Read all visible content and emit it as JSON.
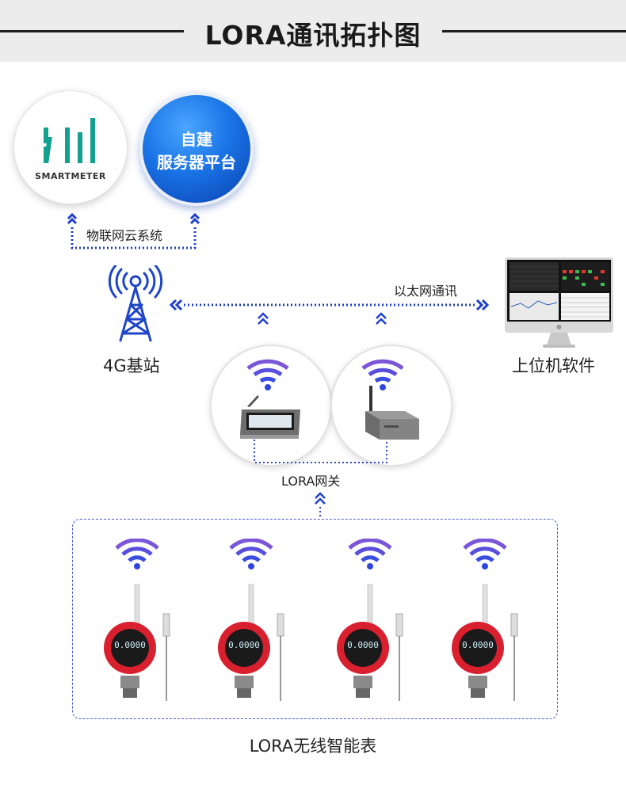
{
  "header": {
    "title": "LORA通讯拓扑图"
  },
  "cloud": {
    "logo_text": "SMARTMETER",
    "server_line1": "自建",
    "server_line2": "服务器平台",
    "caption": "物联网云系统"
  },
  "nodes": {
    "base_station": "4G基站",
    "pc_software": "上位机软件",
    "ethernet": "以太网通讯",
    "gateway": "LORA网关",
    "meters": "LORA无线智能表"
  },
  "meter_display": {
    "reading": "0.0000"
  },
  "colors": {
    "accent": "#1f3fcf",
    "server_blue": "#1a74e6",
    "meter_red": "#d8202e",
    "logo_teal": "#13a08f"
  }
}
